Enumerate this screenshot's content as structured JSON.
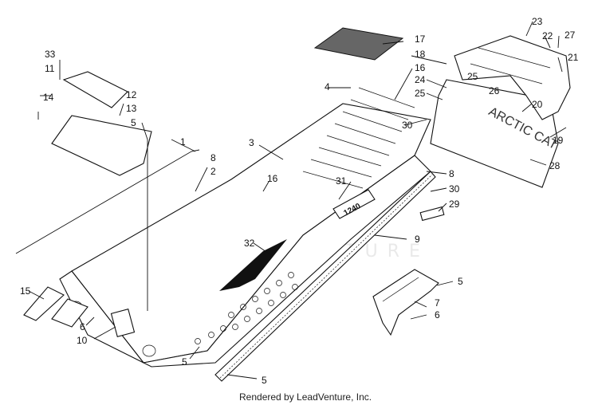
{
  "labels": [
    "33",
    "11",
    "12",
    "13",
    "14",
    "5",
    "1",
    "8",
    "2",
    "3",
    "16",
    "4",
    "17",
    "18",
    "16",
    "24",
    "25",
    "25",
    "26",
    "23",
    "22",
    "27",
    "21",
    "20",
    "19",
    "28",
    "30",
    "31",
    "8",
    "30",
    "29",
    "9",
    "32",
    "5",
    "7",
    "6",
    "15",
    "6",
    "10",
    "5",
    "5"
  ],
  "parts": {
    "logo_text": "1240",
    "flap_text": "ARCTIC CAT"
  },
  "watermark": {
    "text": "LEADVENTURE"
  },
  "footer": {
    "credit": "Rendered by LeadVenture, Inc."
  },
  "colors": {
    "line": "#111111",
    "background": "#ffffff",
    "watermark": "#d8d8d8"
  }
}
